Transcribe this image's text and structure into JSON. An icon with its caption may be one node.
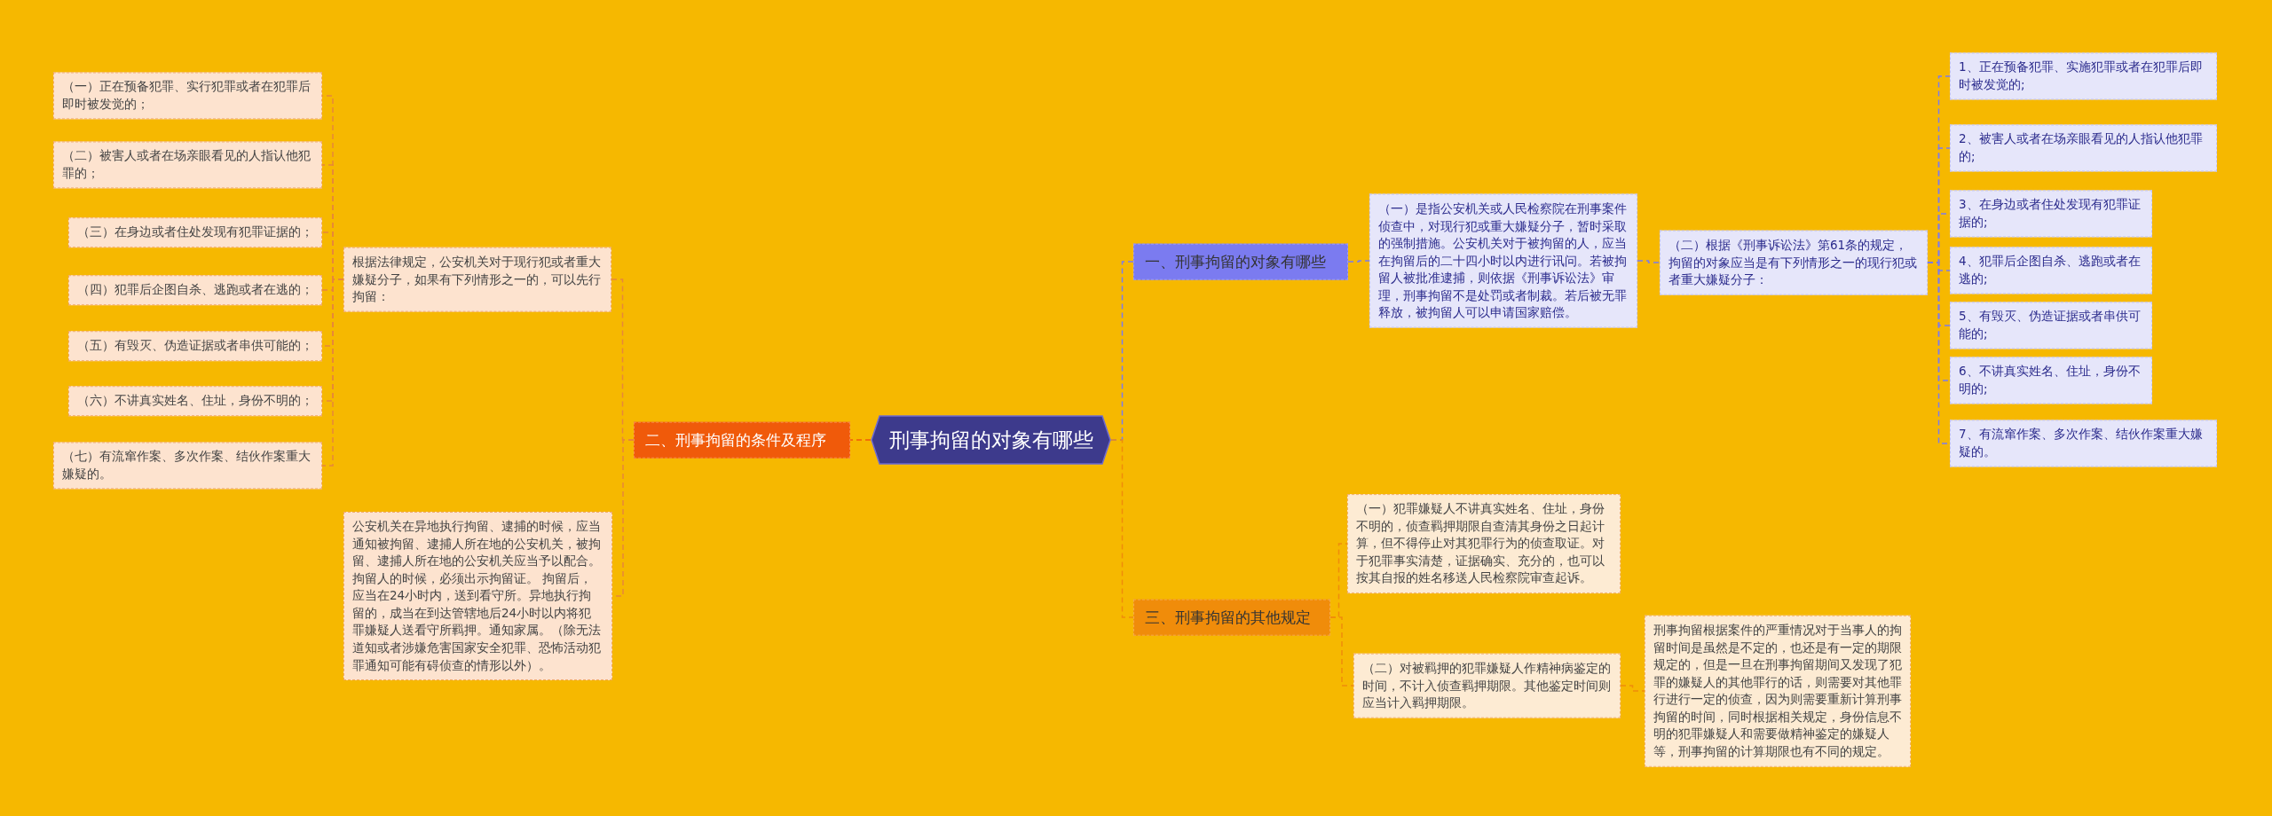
{
  "diagram": {
    "nodes": [
      {
        "text": [
          "刑事拘留的对象有哪些"
        ]
      },
      {
        "text": [
          "一、刑事拘留的对象有哪些"
        ]
      },
      {
        "text": [
          "（一）是指公安机关或人民检察院在刑事案件侦查中，对现行犯或重大嫌疑分子，暂时采取的强制措施。公安机关对于被拘留的人，应当在拘留后的二十四小时以内进行讯问。若被拘留人被批准逮捕，则依据《刑事诉讼法》审理，刑事拘留不是处罚或者制裁。若后被无罪释放，被拘留人可以申请国家赔偿。"
        ]
      },
      {
        "text": [
          "（二）根据《刑事诉讼法》第61条的规定，拘留的对象应当是有下列情形之一的现行犯或者重大嫌疑分子："
        ]
      },
      {
        "text": [
          "1、正在预备犯罪、实施犯罪或者在犯罪后即时被发觉的;"
        ]
      },
      {
        "text": [
          "2、被害人或者在场亲眼看见的人指认他犯罪的;"
        ]
      },
      {
        "text": [
          "3、在身边或者住处发现有犯罪证据的;"
        ]
      },
      {
        "text": [
          "4、犯罪后企图自杀、逃跑或者在逃的;"
        ]
      },
      {
        "text": [
          "5、有毁灭、伪造证据或者串供可能的;"
        ]
      },
      {
        "text": [
          "6、不讲真实姓名、住址，身份不明的;"
        ]
      },
      {
        "text": [
          "7、有流窜作案、多次作案、结伙作案重大嫌疑的。"
        ]
      },
      {
        "text": [
          "二、刑事拘留的条件及程序"
        ]
      },
      {
        "text": [
          "根据法律规定，公安机关对于现行犯或者重大嫌疑分子，如果有下列情形之一的，可以先行拘留："
        ]
      },
      {
        "text": [
          "（一）正在预备犯罪、实行犯罪或者在犯罪后即时被发觉的；"
        ]
      },
      {
        "text": [
          "（二）被害人或者在场亲眼看见的人指认他犯罪的；"
        ]
      },
      {
        "text": [
          "（三）在身边或者住处发现有犯罪证据的；"
        ]
      },
      {
        "text": [
          "（四）犯罪后企图自杀、逃跑或者在逃的；"
        ]
      },
      {
        "text": [
          "（五）有毁灭、伪造证据或者串供可能的；"
        ]
      },
      {
        "text": [
          "（六）不讲真实姓名、住址，身份不明的；"
        ]
      },
      {
        "text": [
          "（七）有流窜作案、多次作案、结伙作案重大嫌疑的。"
        ]
      },
      {
        "text": [
          "公安机关在异地执行拘留、逮捕的时候，应当通知被拘留、逮捕人所在地的公安机关，被拘留、逮捕人所在地的公安机关应当予以配合。拘留人的时候，必须出示拘留证。 拘留后，应当在24小时内，送到看守所。异地执行拘留的，成当在到达管辖地后24小时以内将犯罪嫌疑人送看守所羁押。通知家属。（除无法道知或者涉嫌危害国家安全犯罪、恐怖活动犯罪通知可能有碍侦查的情形以外）。"
        ]
      },
      {
        "text": [
          "三、刑事拘留的其他规定"
        ]
      },
      {
        "text": [
          "（一）犯罪嫌疑人不讲真实姓名、住址，身份不明的，侦查羁押期限自查清其身份之日起计算，但不得停止对其犯罪行为的侦查取证。对于犯罪事实清楚，证据确实、充分的，也可以按其自报的姓名移送人民检察院审查起诉。"
        ]
      },
      {
        "text": [
          "（二）对被羁押的犯罪嫌疑人作精神病鉴定的时间，不计入侦查羁押期限。其他鉴定时间则应当计入羁押期限。"
        ]
      },
      {
        "text": [
          "刑事拘留根据案件的严重情况对于当事人的拘留时间是虽然是不定的，也还是有一定的期限规定的，但是一旦在刑事拘留期间又发现了犯罪的嫌疑人的其他罪行的话，则需要对其他罪行进行一定的侦查，因为则需要重新计算刑事拘留的时间，同时根据相关规定，身份信息不明的犯罪嫌疑人和需要做精神鉴定的嫌疑人等，刑事拘留的计算期限也有不同的规定。"
        ]
      }
    ],
    "edges": [
      {
        "from": 0,
        "to": 1,
        "arrow": "none",
        "style": "dashed",
        "color": "#7b7bf0"
      },
      {
        "from": 1,
        "to": 2,
        "arrow": "none",
        "style": "dashed",
        "color": "#7b7bf0"
      },
      {
        "from": 2,
        "to": 3,
        "arrow": "none",
        "style": "dashed",
        "color": "#7b7bf0"
      },
      {
        "from": 3,
        "to": 4,
        "arrow": "none",
        "style": "dashed",
        "color": "#7b7bf0"
      },
      {
        "from": 3,
        "to": 5,
        "arrow": "none",
        "style": "dashed",
        "color": "#7b7bf0"
      },
      {
        "from": 3,
        "to": 6,
        "arrow": "none",
        "style": "dashed",
        "color": "#7b7bf0"
      },
      {
        "from": 3,
        "to": 7,
        "arrow": "none",
        "style": "dashed",
        "color": "#7b7bf0"
      },
      {
        "from": 3,
        "to": 8,
        "arrow": "none",
        "style": "dashed",
        "color": "#7b7bf0"
      },
      {
        "from": 3,
        "to": 9,
        "arrow": "none",
        "style": "dashed",
        "color": "#7b7bf0"
      },
      {
        "from": 3,
        "to": 10,
        "arrow": "none",
        "style": "dashed",
        "color": "#7b7bf0"
      },
      {
        "from": 0,
        "to": 11,
        "arrow": "none",
        "style": "dashed",
        "color": "#f05a0a"
      },
      {
        "from": 11,
        "to": 12,
        "arrow": "none",
        "style": "dashed",
        "color": "#e8873a"
      },
      {
        "from": 11,
        "to": 20,
        "arrow": "none",
        "style": "dashed",
        "color": "#e8873a"
      },
      {
        "from": 12,
        "to": 13,
        "arrow": "none",
        "style": "dashed",
        "color": "#e8873a"
      },
      {
        "from": 12,
        "to": 14,
        "arrow": "none",
        "style": "dashed",
        "color": "#e8873a"
      },
      {
        "from": 12,
        "to": 15,
        "arrow": "none",
        "style": "dashed",
        "color": "#e8873a"
      },
      {
        "from": 12,
        "to": 16,
        "arrow": "none",
        "style": "dashed",
        "color": "#e8873a"
      },
      {
        "from": 12,
        "to": 17,
        "arrow": "none",
        "style": "dashed",
        "color": "#e8873a"
      },
      {
        "from": 12,
        "to": 18,
        "arrow": "none",
        "style": "dashed",
        "color": "#e8873a"
      },
      {
        "from": 12,
        "to": 19,
        "arrow": "none",
        "style": "dashed",
        "color": "#e8873a"
      },
      {
        "from": 0,
        "to": 21,
        "arrow": "none",
        "style": "dashed",
        "color": "#f08c0a"
      },
      {
        "from": 21,
        "to": 22,
        "arrow": "none",
        "style": "dashed",
        "color": "#f08c0a"
      },
      {
        "from": 21,
        "to": 23,
        "arrow": "none",
        "style": "dashed",
        "color": "#f08c0a"
      },
      {
        "from": 23,
        "to": 24,
        "arrow": "none",
        "style": "dashed",
        "color": "#f08c0a"
      }
    ]
  }
}
